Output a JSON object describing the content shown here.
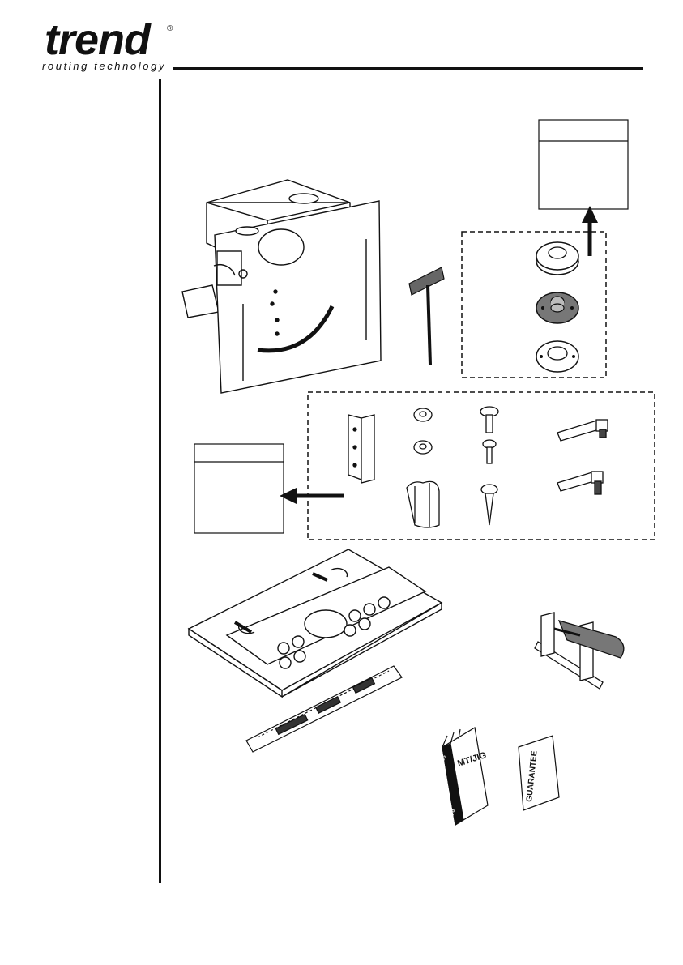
{
  "brand": {
    "name": "trend",
    "registered_mark": "®",
    "tagline": "routing technology"
  },
  "booklets": {
    "manual_code": "MT/JIG",
    "manual_brand_mark": "JIG",
    "manual_footer_brand": "trend",
    "guarantee_label": "GUARANTEE"
  },
  "icons": [
    "jig-housing-icon",
    "hex-key-icon",
    "guide-bush-icon",
    "wall-bracket-icon",
    "washer-icon",
    "machine-screw-icon",
    "wood-screw-icon",
    "clip-icon",
    "clamp-lever-icon",
    "template-plate-icon",
    "scale-ruler-icon",
    "quick-clamp-icon",
    "manual-booklet-icon",
    "guarantee-card-icon",
    "arrow-icon"
  ]
}
